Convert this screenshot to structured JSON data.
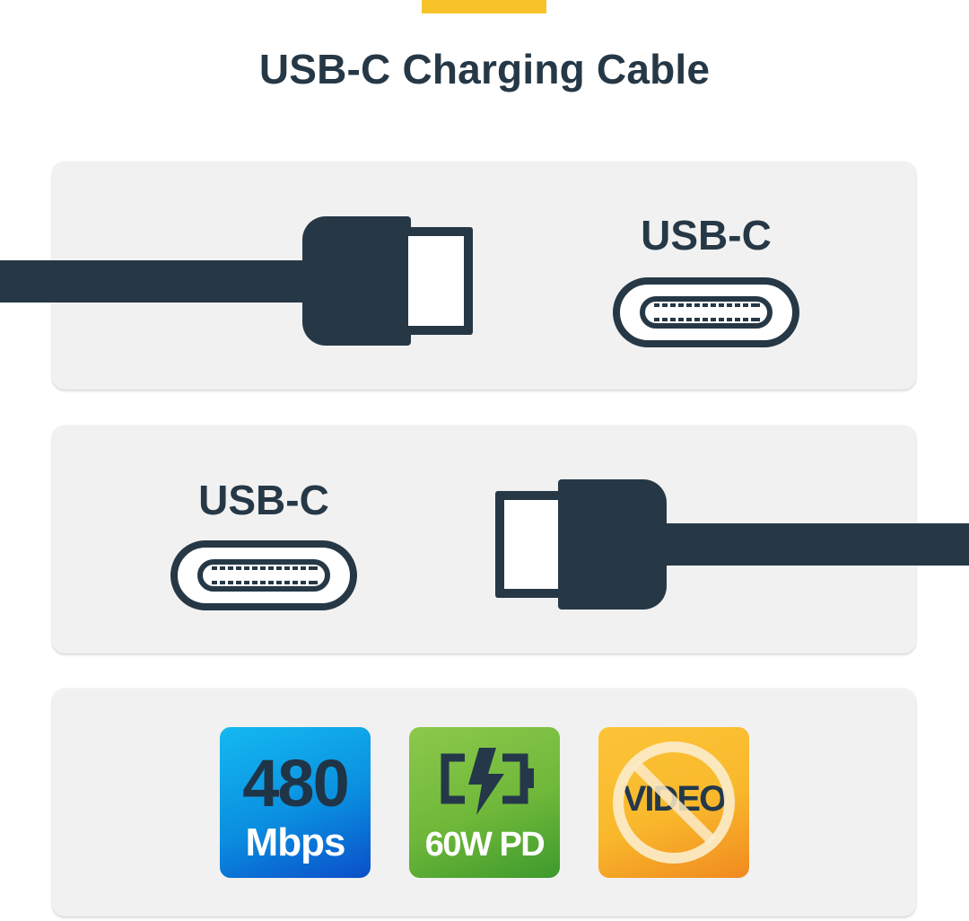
{
  "header": {
    "title": "USB-C Charging Cable",
    "accent_color": "#f8c22a"
  },
  "panels": [
    {
      "connector": "USB-C",
      "plug_direction": "right",
      "port_label": "USB-C"
    },
    {
      "connector": "USB-C",
      "plug_direction": "left",
      "port_label": "USB-C"
    }
  ],
  "features": {
    "speed": {
      "value": "480",
      "unit": "Mbps",
      "icon": "data-speed-icon",
      "color": "#0a8fe0"
    },
    "power": {
      "label": "60W PD",
      "icon": "battery-charging-icon",
      "color": "#6fb83a"
    },
    "video": {
      "label": "VIDEO",
      "icon": "no-video-icon",
      "color": "#f9b82c"
    }
  },
  "colors": {
    "dark": "#263846",
    "panel_bg": "#f1f1f1"
  }
}
